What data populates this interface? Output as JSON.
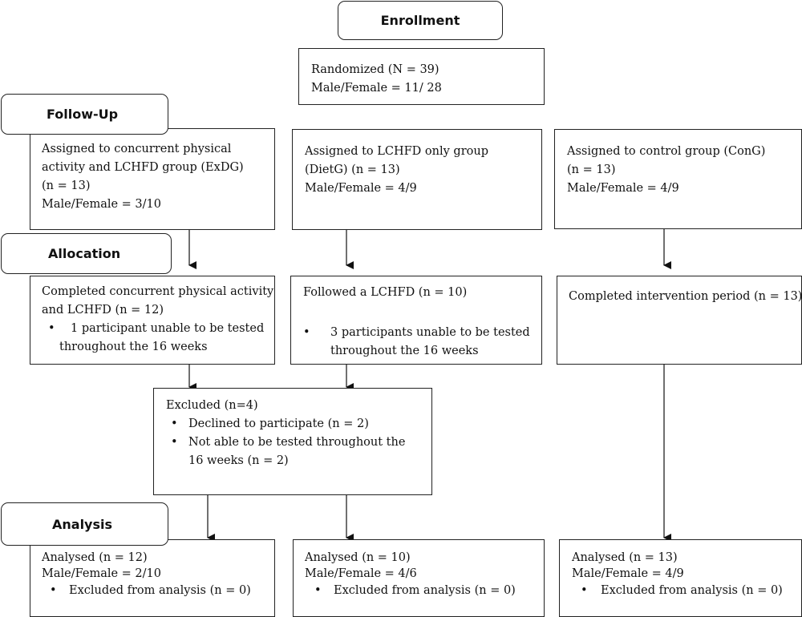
{
  "stages": {
    "enrollment": "Enrollment",
    "follow_up": "Follow-Up",
    "allocation": "Allocation",
    "analysis": "Analysis"
  },
  "randomized": {
    "line1": "Randomized (N = 39)",
    "line2": "Male/Female = 11/ 28"
  },
  "assigned": {
    "exdg": {
      "line1": "Assigned to concurrent physical",
      "line2": "activity and LCHFD group (ExDG)",
      "line3": "(n = 13)",
      "line4": "Male/Female = 3/10"
    },
    "dietg": {
      "line1": "Assigned to LCHFD only group",
      "line2": "(DietG) (n = 13)",
      "line3": "Male/Female = 4/9"
    },
    "cong": {
      "line1": "Assigned to control group (ConG)",
      "line2": "(n = 13)",
      "line3": "Male/Female = 4/9"
    }
  },
  "completed": {
    "exdg": {
      "line1": "Completed concurrent physical activity",
      "line2": "and LCHFD (n = 12)",
      "bullet1a": "1 participant unable to be tested",
      "bullet1b": "throughout the 16 weeks"
    },
    "dietg": {
      "line1": "Followed a LCHFD (n = 10)",
      "bullet1a": "3 participants unable to be tested",
      "bullet1b": "throughout the 16 weeks"
    },
    "cong": {
      "line1": "Completed intervention period (n = 13)"
    }
  },
  "excluded": {
    "title": "Excluded (n=4)",
    "bullet1": "Declined to participate (n = 2)",
    "bullet2a": "Not able to be tested throughout the",
    "bullet2b": "16 weeks (n = 2)"
  },
  "analysed": {
    "exdg": {
      "line1": "Analysed (n = 12)",
      "line2": "Male/Female = 2/10",
      "bullet": "Excluded from analysis (n = 0)"
    },
    "dietg": {
      "line1": "Analysed (n = 10)",
      "line2": "Male/Female = 4/6",
      "bullet": "Excluded from analysis (n = 0)"
    },
    "cong": {
      "line1": "Analysed (n = 13)",
      "line2": "Male/Female = 4/9",
      "bullet": "Excluded from analysis (n = 0)"
    }
  },
  "bullet_glyph": "•"
}
